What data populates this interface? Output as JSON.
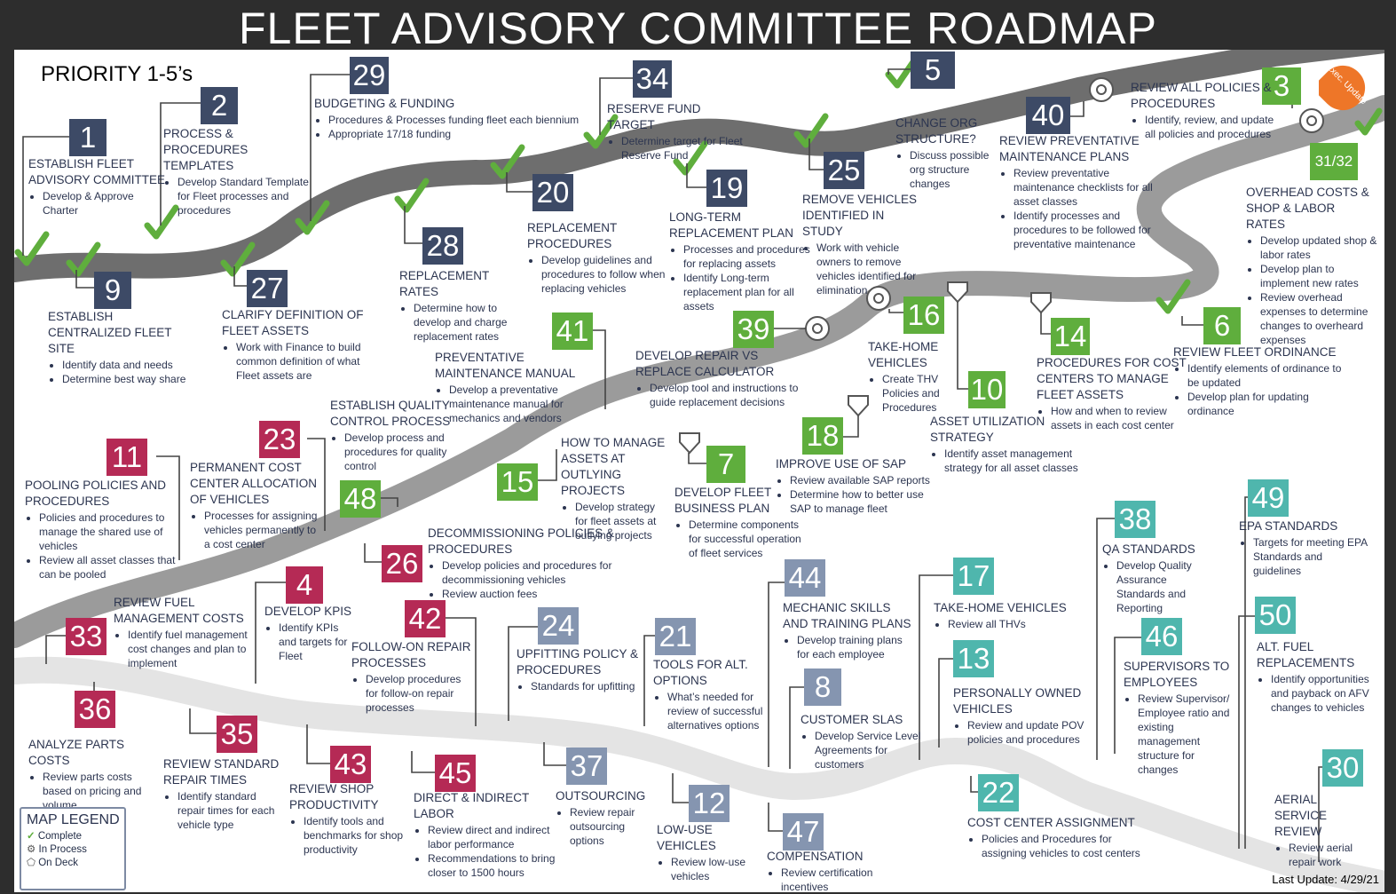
{
  "title": "FLEET ADVISORY COMMITTEE ROADMAP",
  "priority_label": "PRIORITY 1-5’s",
  "exec_badge": "Exec. Update",
  "last_update": "Last Update: 4/29/21",
  "legend": {
    "title": "MAP LEGEND",
    "complete": "Complete",
    "in_process": "In Process",
    "on_deck": "On Deck"
  },
  "colors": {
    "navy": "#3d4a66",
    "green": "#5fae3d",
    "red": "#b52a55",
    "teal": "#4fb6ad",
    "steel": "#8595b0",
    "road": "#777777",
    "exec": "#ee7628"
  },
  "items": {
    "n1": {
      "num": "1",
      "title": "ESTABLISH FLEET ADVISORY COMMITTEE",
      "b": [
        "Develop & Approve Charter"
      ]
    },
    "n2": {
      "num": "2",
      "title": "PROCESS & PROCEDURES TEMPLATES",
      "b": [
        "Develop Standard Template for Fleet processes and procedures"
      ]
    },
    "n29": {
      "num": "29",
      "title": "BUDGETING & FUNDING",
      "b": [
        "Procedures & Processes  funding fleet each biennium",
        "Appropriate 17/18 funding"
      ]
    },
    "n34": {
      "num": "34",
      "title": "RESERVE FUND TARGET",
      "b": [
        "Determine target for Fleet Reserve Fund"
      ]
    },
    "n5": {
      "num": "5",
      "title": "CHANGE ORG STRUCTURE?",
      "b": [
        "Discuss possible org structure changes"
      ]
    },
    "n40": {
      "num": "40",
      "title": "REVIEW PREVENTATIVE MAINTENANCE PLANS",
      "b": [
        "Review preventative maintenance checklists for all asset classes",
        "Identify processes and procedures to be followed for preventative maintenance"
      ]
    },
    "n3": {
      "num": "3",
      "title": "REVIEW ALL POLICIES & PROCEDURES",
      "b": [
        "Identify, review, and update all policies and procedures"
      ]
    },
    "n3132": {
      "num": "31/32",
      "title": "OVERHEAD COSTS & SHOP & LABOR RATES",
      "b": [
        "Develop updated shop & labor rates",
        "Develop plan to implement new rates",
        "Review overhead expenses to determine changes to overheard expenses"
      ]
    },
    "n9": {
      "num": "9",
      "title": "ESTABLISH CENTRALIZED FLEET SITE",
      "b": [
        "Identify data and needs",
        "Determine best way share"
      ]
    },
    "n27": {
      "num": "27",
      "title": "CLARIFY DEFINITION OF FLEET ASSETS",
      "b": [
        "Work with Finance to build common definition of what Fleet assets are"
      ]
    },
    "n28": {
      "num": "28",
      "title": "REPLACEMENT RATES",
      "b": [
        "Determine how to develop and charge replacement rates"
      ]
    },
    "n20": {
      "num": "20",
      "title": "REPLACEMENT PROCEDURES",
      "b": [
        "Develop guidelines and procedures to follow when replacing vehicles"
      ]
    },
    "n19": {
      "num": "19",
      "title": "LONG-TERM REPLACEMENT PLAN",
      "b": [
        "Processes and procedures for replacing assets",
        "Identify Long-term replacement plan for all assets"
      ]
    },
    "n25": {
      "num": "25",
      "title": "REMOVE VEHICLES IDENTIFIED IN STUDY",
      "b": [
        "Work with vehicle owners to remove vehicles identified for elimination"
      ]
    },
    "n41": {
      "num": "41",
      "title": "PREVENTATIVE MAINTENANCE MANUAL",
      "b": [
        "Develop a preventative maintenance manual for mechanics and vendors"
      ]
    },
    "n39": {
      "num": "39",
      "title": "DEVELOP REPAIR VS REPLACE CALCULATOR",
      "b": [
        "Develop tool and instructions to guide replacement decisions"
      ]
    },
    "n16": {
      "num": "16",
      "title": "TAKE-HOME VEHICLES",
      "b": [
        "Create THV Policies and Procedures"
      ]
    },
    "n10": {
      "num": "10",
      "title": "ASSET UTILIZATION STRATEGY",
      "b": [
        "Identify asset management strategy for all asset classes"
      ]
    },
    "n14": {
      "num": "14",
      "title": "PROCEDURES FOR COST CENTERS TO MANAGE FLEET ASSETS",
      "b": [
        "How and when to review assets in each cost center"
      ]
    },
    "n6": {
      "num": "6",
      "title": "REVIEW FLEET ORDINANCE",
      "b": [
        "Identify elements of ordinance to be updated",
        "Develop plan for updating ordinance"
      ]
    },
    "n11": {
      "num": "11",
      "title": "POOLING POLICIES AND PROCEDURES",
      "b": [
        "Policies and procedures to manage the shared use of vehicles",
        "Review all asset classes that can be pooled"
      ]
    },
    "n23": {
      "num": "23",
      "title": "PERMANENT COST CENTER ALLOCATION OF VEHICLES",
      "b": [
        "Processes for assigning vehicles permanently to a cost center"
      ]
    },
    "n48": {
      "num": "48",
      "title": "ESTABLISH QUALITY CONTROL PROCESS",
      "b": [
        "Develop process and procedures for quality control"
      ]
    },
    "n15": {
      "num": "15",
      "title": "HOW TO MANAGE ASSETS AT OUTLYING PROJECTS",
      "b": [
        "Develop strategy for fleet assets at outlying projects"
      ]
    },
    "n7": {
      "num": "7",
      "title": "DEVELOP FLEET BUSINESS PLAN",
      "b": [
        "Determine components for successful operation of fleet services"
      ]
    },
    "n18": {
      "num": "18",
      "title": "IMPROVE USE OF SAP",
      "b": [
        "Review available SAP reports",
        "Determine how to better use SAP to manage fleet"
      ]
    },
    "n26": {
      "num": "26",
      "title": "DECOMMISSIONING POLICIES & PROCEDURES",
      "b": [
        "Develop policies and procedures for decommissioning vehicles",
        "Review auction fees"
      ]
    },
    "n38": {
      "num": "38",
      "title": "QA STANDARDS",
      "b": [
        "Develop Quality Assurance Standards and Reporting"
      ]
    },
    "n49": {
      "num": "49",
      "title": "EPA STANDARDS",
      "b": [
        "Targets for meeting EPA Standards and guidelines"
      ]
    },
    "n33": {
      "num": "33",
      "title": "REVIEW FUEL MANAGEMENT COSTS",
      "b": [
        "Identify fuel management cost changes and plan to implement"
      ]
    },
    "n4": {
      "num": "4",
      "title": "DEVELOP KPIs",
      "b": [
        "Identify KPIs and targets for Fleet"
      ]
    },
    "n42": {
      "num": "42",
      "title": "FOLLOW-ON REPAIR PROCESSES",
      "b": [
        "Develop procedures for follow-on repair processes"
      ]
    },
    "n24": {
      "num": "24",
      "title": "UPFITTING POLICY & PROCEDURES",
      "b": [
        "Standards for upfitting"
      ]
    },
    "n21": {
      "num": "21",
      "title": "TOOLS FOR ALT. OPTIONS",
      "b": [
        "What’s needed for review of successful alternatives options"
      ]
    },
    "n44": {
      "num": "44",
      "title": "MECHANIC SKILLS AND TRAINING PLANS",
      "b": [
        "Develop training plans for each employee"
      ]
    },
    "n17": {
      "num": "17",
      "title": "TAKE-HOME VEHICLES",
      "b": [
        "Review  all THVs"
      ]
    },
    "n46": {
      "num": "46",
      "title": "SUPERVISORS TO EMPLOYEES",
      "b": [
        "Review Supervisor/ Employee ratio and existing management structure for changes"
      ]
    },
    "n50": {
      "num": "50",
      "title": "ALT. FUEL REPLACEMENTS",
      "b": [
        "Identify opportunities and payback on AFV changes to vehicles"
      ]
    },
    "n8": {
      "num": "8",
      "title": "CUSTOMER SLAS",
      "b": [
        "Develop Service Level Agreements for customers"
      ]
    },
    "n13": {
      "num": "13",
      "title": "PERSONALLY OWNED VEHICLES",
      "b": [
        "Review and update POV policies and procedures"
      ]
    },
    "n36": {
      "num": "36",
      "title": "ANALYZE PARTS COSTS",
      "b": [
        "Review parts costs based on pricing and volume"
      ]
    },
    "n35": {
      "num": "35",
      "title": "REVIEW STANDARD REPAIR TIMES",
      "b": [
        "Identify standard repair times for each vehicle type"
      ]
    },
    "n43": {
      "num": "43",
      "title": "REVIEW SHOP PRODUCTIVITY",
      "b": [
        "Identify tools and benchmarks for shop productivity"
      ]
    },
    "n45": {
      "num": "45",
      "title": "DIRECT & INDIRECT LABOR",
      "b": [
        "Review direct and indirect labor performance",
        "Recommendations to bring closer to 1500 hours"
      ]
    },
    "n37": {
      "num": "37",
      "title": "OUTSOURCING",
      "b": [
        "Review repair outsourcing options"
      ]
    },
    "n12": {
      "num": "12",
      "title": "LOW-USE VEHICLES",
      "b": [
        "Review low-use vehicles"
      ]
    },
    "n47": {
      "num": "47",
      "title": "COMPENSATION",
      "b": [
        "Review certification incentives"
      ]
    },
    "n22": {
      "num": "22",
      "title": "COST CENTER ASSIGNMENT",
      "b": [
        "Policies and Procedures for assigning vehicles to cost centers"
      ]
    },
    "n30": {
      "num": "30",
      "title": "AERIAL SERVICE REVIEW",
      "b": [
        "Review aerial repair work"
      ]
    }
  }
}
